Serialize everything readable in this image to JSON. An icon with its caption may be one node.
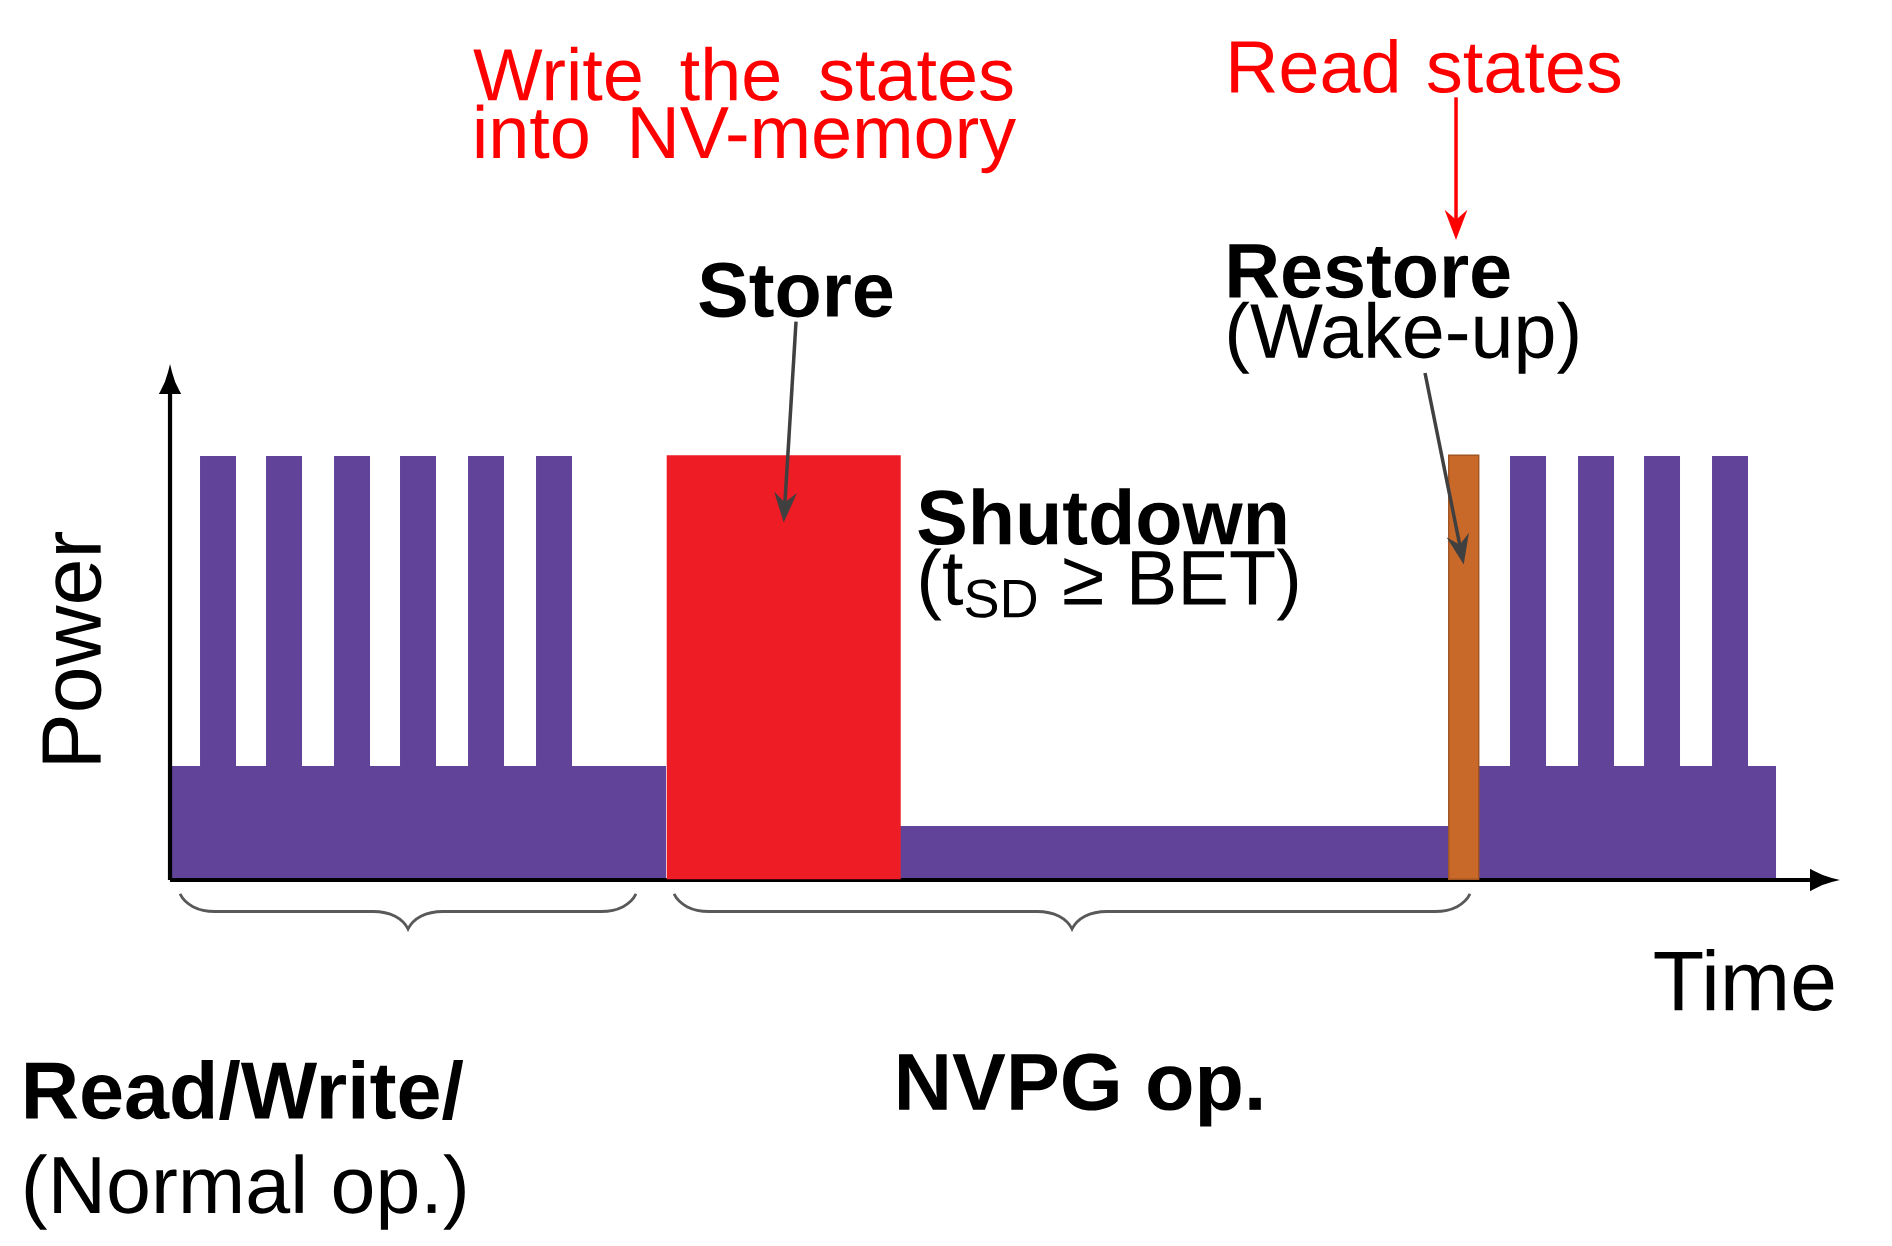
{
  "diagram": {
    "nodes": [
      {
        "text": [
          "Write the states into NV-memory"
        ]
      },
      {
        "text": [
          "Read states"
        ]
      },
      {
        "text": [
          "Store"
        ]
      },
      {
        "text": [],
        "shape": "box"
      },
      {
        "text": [
          "Restore",
          "(Wake-up)"
        ]
      },
      {
        "text": [
          "Shutdown",
          "(t$_{SD}$ ≥ BET)"
        ]
      },
      {
        "text": [],
        "shape": "bar"
      }
    ],
    "edges": [
      {
        "from": 1,
        "to": 4,
        "arrow": "to",
        "color": "#ff0000"
      },
      {
        "from": 2,
        "to": 3,
        "arrow": "to"
      },
      {
        "from": 4,
        "to": 6,
        "arrow": "to"
      }
    ],
    "labels": [
      "Power",
      "Time",
      "Read/Write/",
      "(Normal op.)",
      "NVPG op."
    ]
  }
}
